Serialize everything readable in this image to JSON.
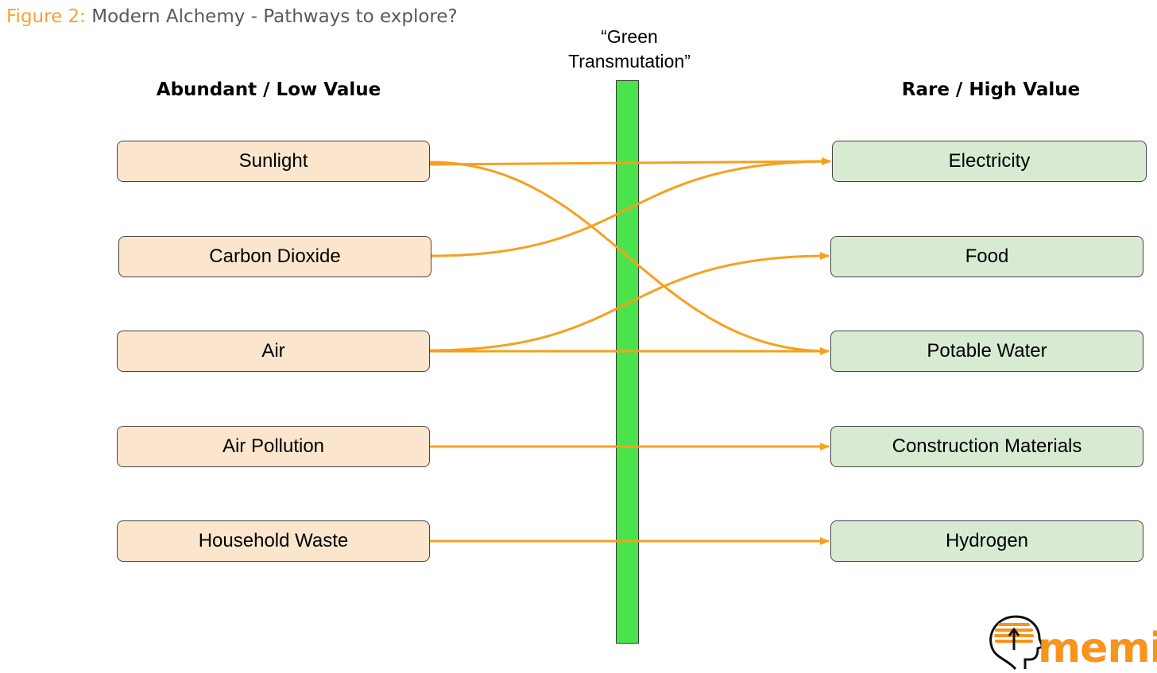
{
  "figure": {
    "label": "Figure 2:",
    "title": "Modern Alchemy - Pathways to explore?"
  },
  "columns": {
    "left_header": "Abundant / Low Value",
    "right_header": "Rare / High Value"
  },
  "barrier": {
    "label_line1": "“Green",
    "label_line2": "Transmutation”",
    "color": "#4be34b"
  },
  "sources": [
    {
      "id": "sunlight",
      "label": "Sunlight"
    },
    {
      "id": "carbon-dioxide",
      "label": "Carbon Dioxide"
    },
    {
      "id": "air",
      "label": "Air"
    },
    {
      "id": "air-pollution",
      "label": "Air Pollution"
    },
    {
      "id": "household-waste",
      "label": "Household Waste"
    }
  ],
  "targets": [
    {
      "id": "electricity",
      "label": "Electricity"
    },
    {
      "id": "food",
      "label": "Food"
    },
    {
      "id": "potable-water",
      "label": "Potable Water"
    },
    {
      "id": "construction-materials",
      "label": "Construction Materials"
    },
    {
      "id": "hydrogen",
      "label": "Hydrogen"
    }
  ],
  "links": [
    {
      "from": "sunlight",
      "to": "electricity"
    },
    {
      "from": "sunlight",
      "to": "potable-water"
    },
    {
      "from": "carbon-dioxide",
      "to": "electricity"
    },
    {
      "from": "air",
      "to": "food"
    },
    {
      "from": "air",
      "to": "potable-water"
    },
    {
      "from": "air-pollution",
      "to": "construction-materials"
    },
    {
      "from": "household-waste",
      "to": "hydrogen"
    }
  ],
  "colors": {
    "source_fill": "#fce5cd",
    "target_fill": "#d9ead3",
    "arrow": "#f7a01e",
    "accent": "#f7a133"
  },
  "logo": {
    "text": "memia",
    "icon": "head-sunrise-logo-icon"
  }
}
